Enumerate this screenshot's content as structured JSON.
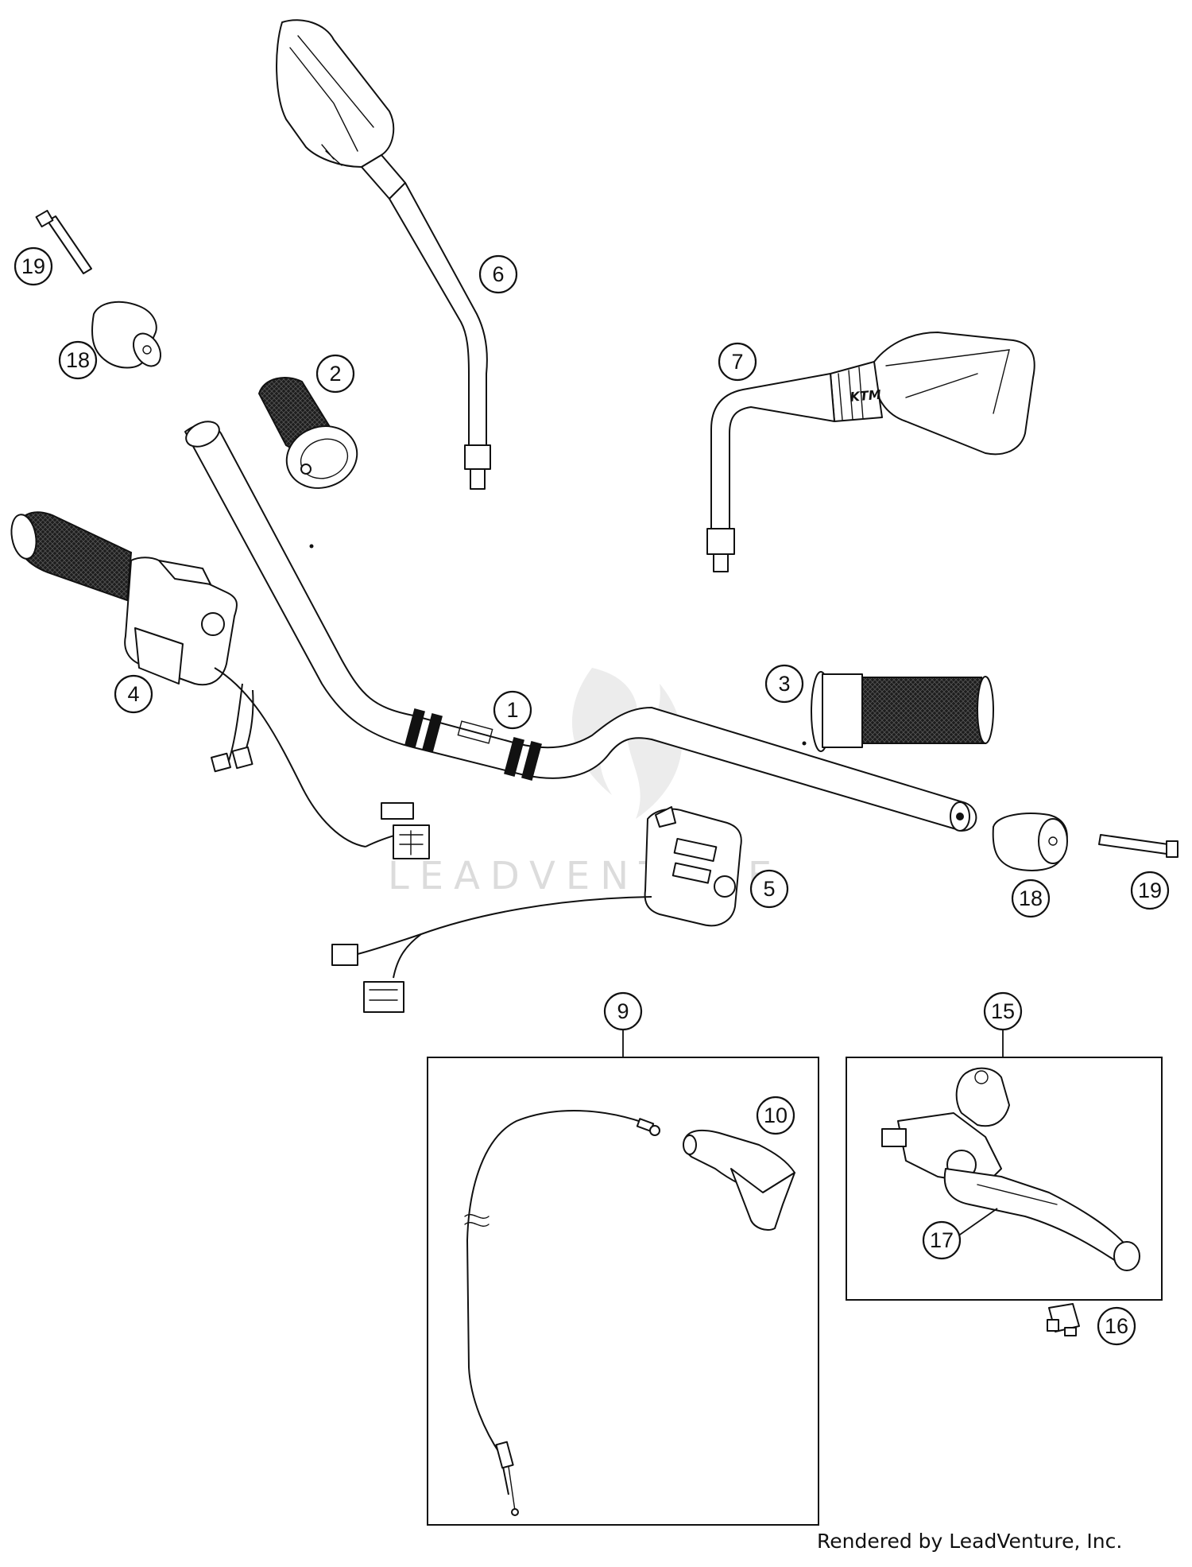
{
  "diagram": {
    "watermark": "LEADVENTURE",
    "credit": "Rendered by LeadVenture, Inc.",
    "callouts": {
      "c1": "1",
      "c2": "2",
      "c3": "3",
      "c4": "4",
      "c5": "5",
      "c6": "6",
      "c7": "7",
      "c9": "9",
      "c10": "10",
      "c15": "15",
      "c16": "16",
      "c17": "17",
      "c18_left": "18",
      "c18_right": "18",
      "c19_left": "19",
      "c19_right": "19"
    },
    "mirror_logo": "KTM",
    "colors": {
      "line": "#111111",
      "grip": "#1d1d1d",
      "background": "#ffffff",
      "watermark": "#dcdcdc"
    }
  }
}
